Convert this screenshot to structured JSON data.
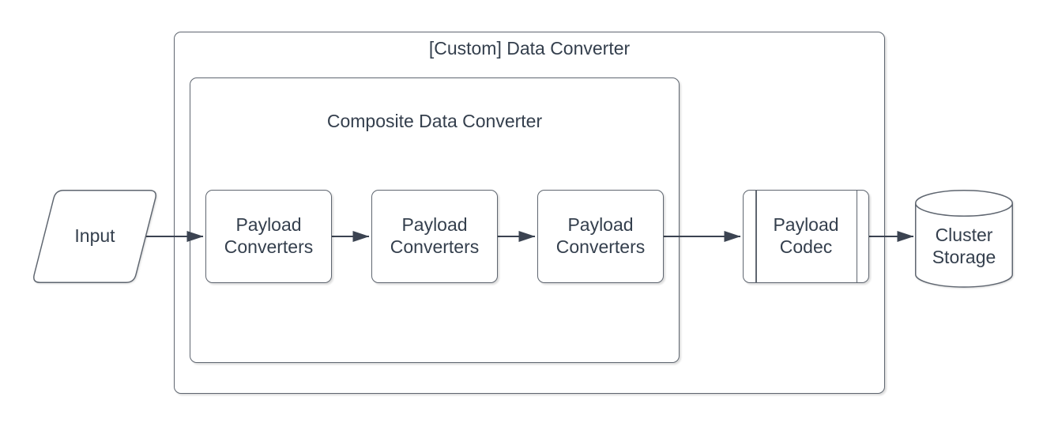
{
  "diagram": {
    "type": "flowchart",
    "containers": {
      "outer": {
        "label": "[Custom] Data Converter"
      },
      "inner": {
        "label": "Composite Data Converter",
        "parent": "outer"
      }
    },
    "nodes": {
      "input": {
        "label": "Input",
        "shape": "parallelogram"
      },
      "payload_converters_1": {
        "label": "Payload Converters",
        "shape": "rounded-rectangle",
        "parent": "inner"
      },
      "payload_converters_2": {
        "label": "Payload Converters",
        "shape": "rounded-rectangle",
        "parent": "inner"
      },
      "payload_converters_3": {
        "label": "Payload Converters",
        "shape": "rounded-rectangle",
        "parent": "inner"
      },
      "payload_codec": {
        "label": "Payload Codec",
        "shape": "predefined-process",
        "parent": "outer"
      },
      "cluster_storage": {
        "label": "Cluster Storage",
        "shape": "cylinder"
      }
    },
    "edges": [
      {
        "from": "input",
        "to": "payload_converters_1"
      },
      {
        "from": "payload_converters_1",
        "to": "payload_converters_2"
      },
      {
        "from": "payload_converters_2",
        "to": "payload_converters_3"
      },
      {
        "from": "payload_converters_3",
        "to": "payload_codec"
      },
      {
        "from": "payload_codec",
        "to": "cluster_storage"
      }
    ]
  },
  "colors": {
    "background": "#ffffff",
    "text": "#343f4d",
    "shape_border": "#5f6670",
    "connector": "#3b4351"
  }
}
